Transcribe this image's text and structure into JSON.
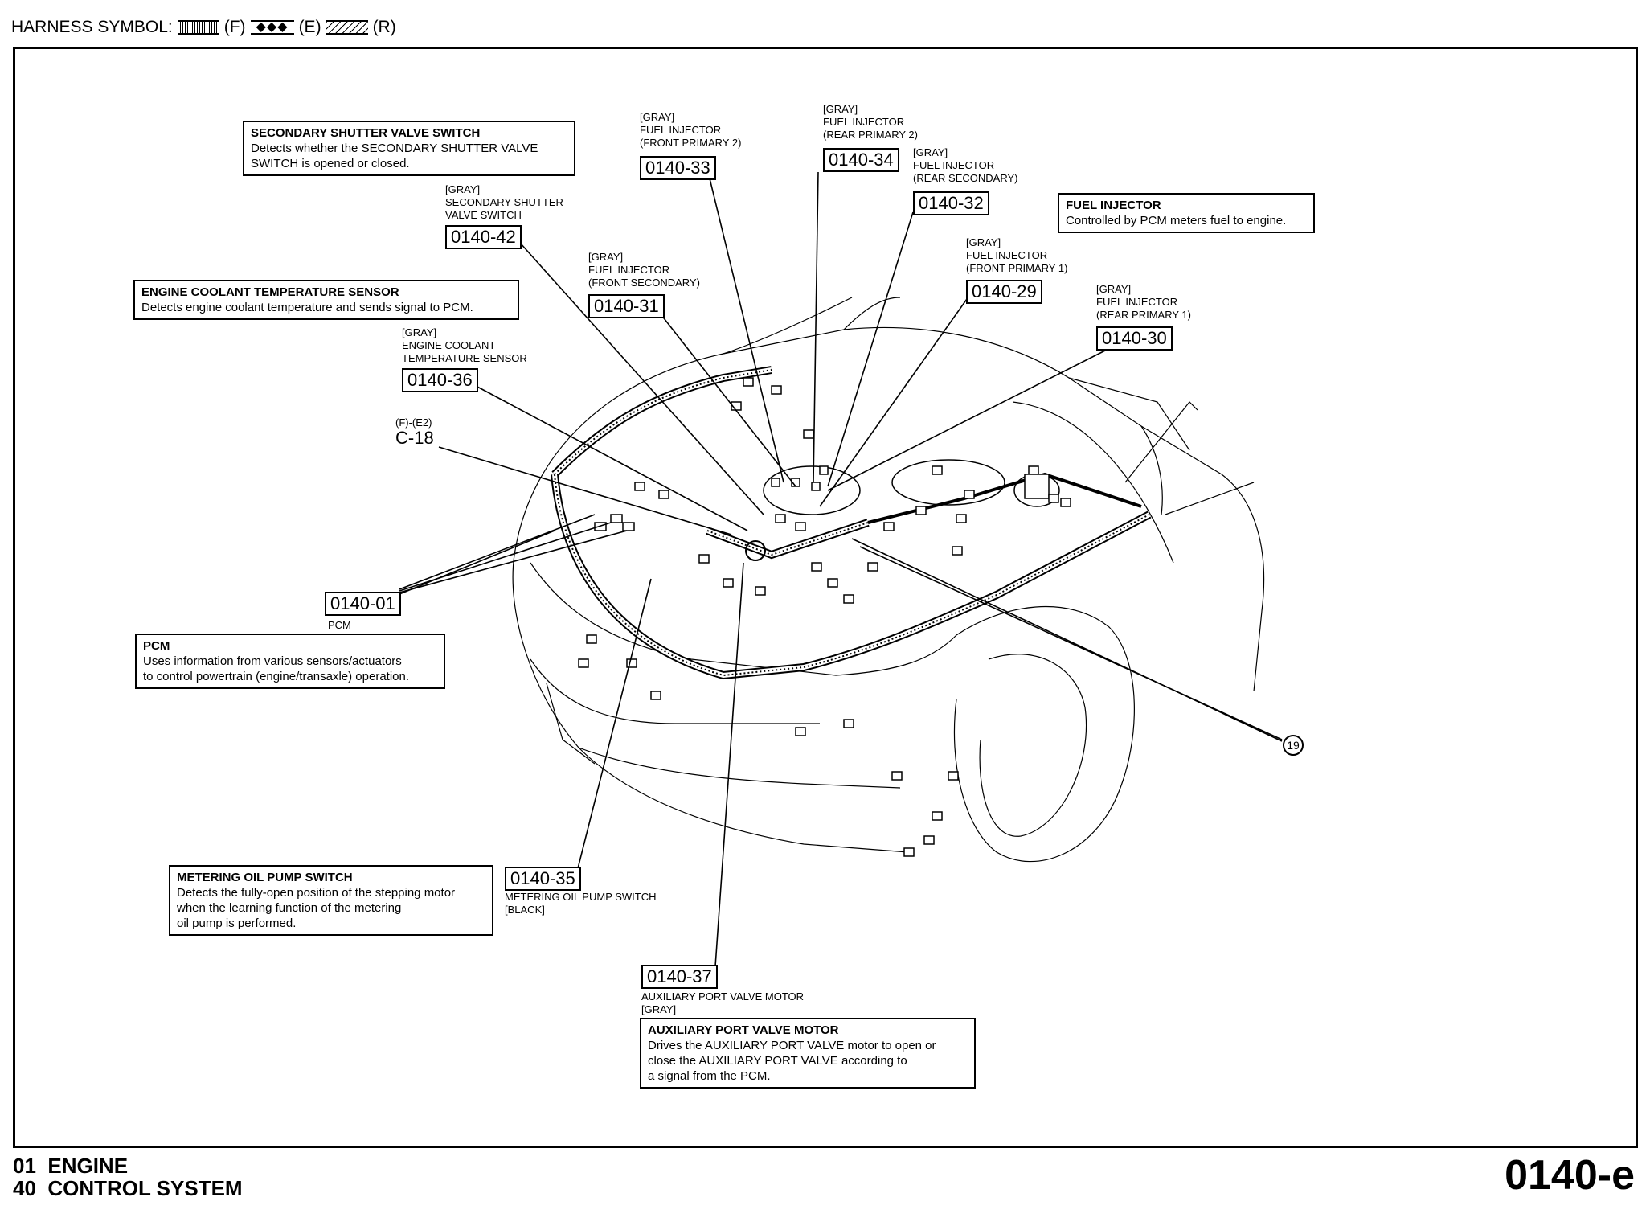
{
  "harness": {
    "label": "HARNESS SYMBOL:",
    "f": "(F)",
    "e": "(E)",
    "r": "(R)"
  },
  "boxes": {
    "secondary_shutter": {
      "title": "SECONDARY SHUTTER VALVE SWITCH",
      "body": "Detects whether the SECONDARY SHUTTER VALVE\nSWITCH is opened or closed."
    },
    "engine_coolant": {
      "title": "ENGINE COOLANT TEMPERATURE SENSOR",
      "body": "Detects engine coolant temperature and sends signal to PCM."
    },
    "fuel_injector": {
      "title": "FUEL INJECTOR",
      "body": "Controlled by PCM meters fuel to engine."
    },
    "pcm": {
      "title": "PCM",
      "body": "Uses information from various sensors/actuators\nto control powertrain (engine/transaxle) operation."
    },
    "metering_oil": {
      "title": "METERING OIL PUMP SWITCH",
      "body": "Detects the fully-open position of the stepping motor\nwhen the learning function of the metering\noil pump is performed."
    },
    "aux_port": {
      "title": "AUXILIARY PORT VALVE MOTOR",
      "body": "Drives the AUXILIARY PORT VALVE motor to open or\nclose the AUXILIARY PORT VALVE according to\na signal from the PCM."
    }
  },
  "connectors": {
    "c33": {
      "code": "0140-33",
      "label": "[GRAY]\nFUEL INJECTOR\n(FRONT PRIMARY 2)"
    },
    "c34": {
      "code": "0140-34",
      "label": "[GRAY]\nFUEL INJECTOR\n(REAR PRIMARY 2)"
    },
    "c32": {
      "code": "0140-32",
      "label": "[GRAY]\nFUEL INJECTOR\n(REAR SECONDARY)"
    },
    "c42": {
      "code": "0140-42",
      "label": "[GRAY]\nSECONDARY SHUTTER\nVALVE SWITCH"
    },
    "c31": {
      "code": "0140-31",
      "label": "[GRAY]\nFUEL INJECTOR\n(FRONT SECONDARY)"
    },
    "c29": {
      "code": "0140-29",
      "label": "[GRAY]\nFUEL INJECTOR\n(FRONT PRIMARY 1)"
    },
    "c30": {
      "code": "0140-30",
      "label": "[GRAY]\nFUEL INJECTOR\n(REAR PRIMARY 1)"
    },
    "c36": {
      "code": "0140-36",
      "label": "[GRAY]\nENGINE COOLANT\nTEMPERATURE SENSOR"
    },
    "c01": {
      "code": "0140-01",
      "label": "PCM"
    },
    "c35": {
      "code": "0140-35",
      "label": "METERING OIL PUMP SWITCH\n[BLACK]"
    },
    "c37": {
      "code": "0140-37",
      "label": "AUXILIARY PORT VALVE MOTOR\n[GRAY]"
    }
  },
  "c18": {
    "prefix": "(F)-(E2)",
    "code": "C-18"
  },
  "ref19": "19",
  "footer": {
    "line1": "01  ENGINE",
    "line2": "40  CONTROL SYSTEM",
    "page": "0140-e"
  }
}
